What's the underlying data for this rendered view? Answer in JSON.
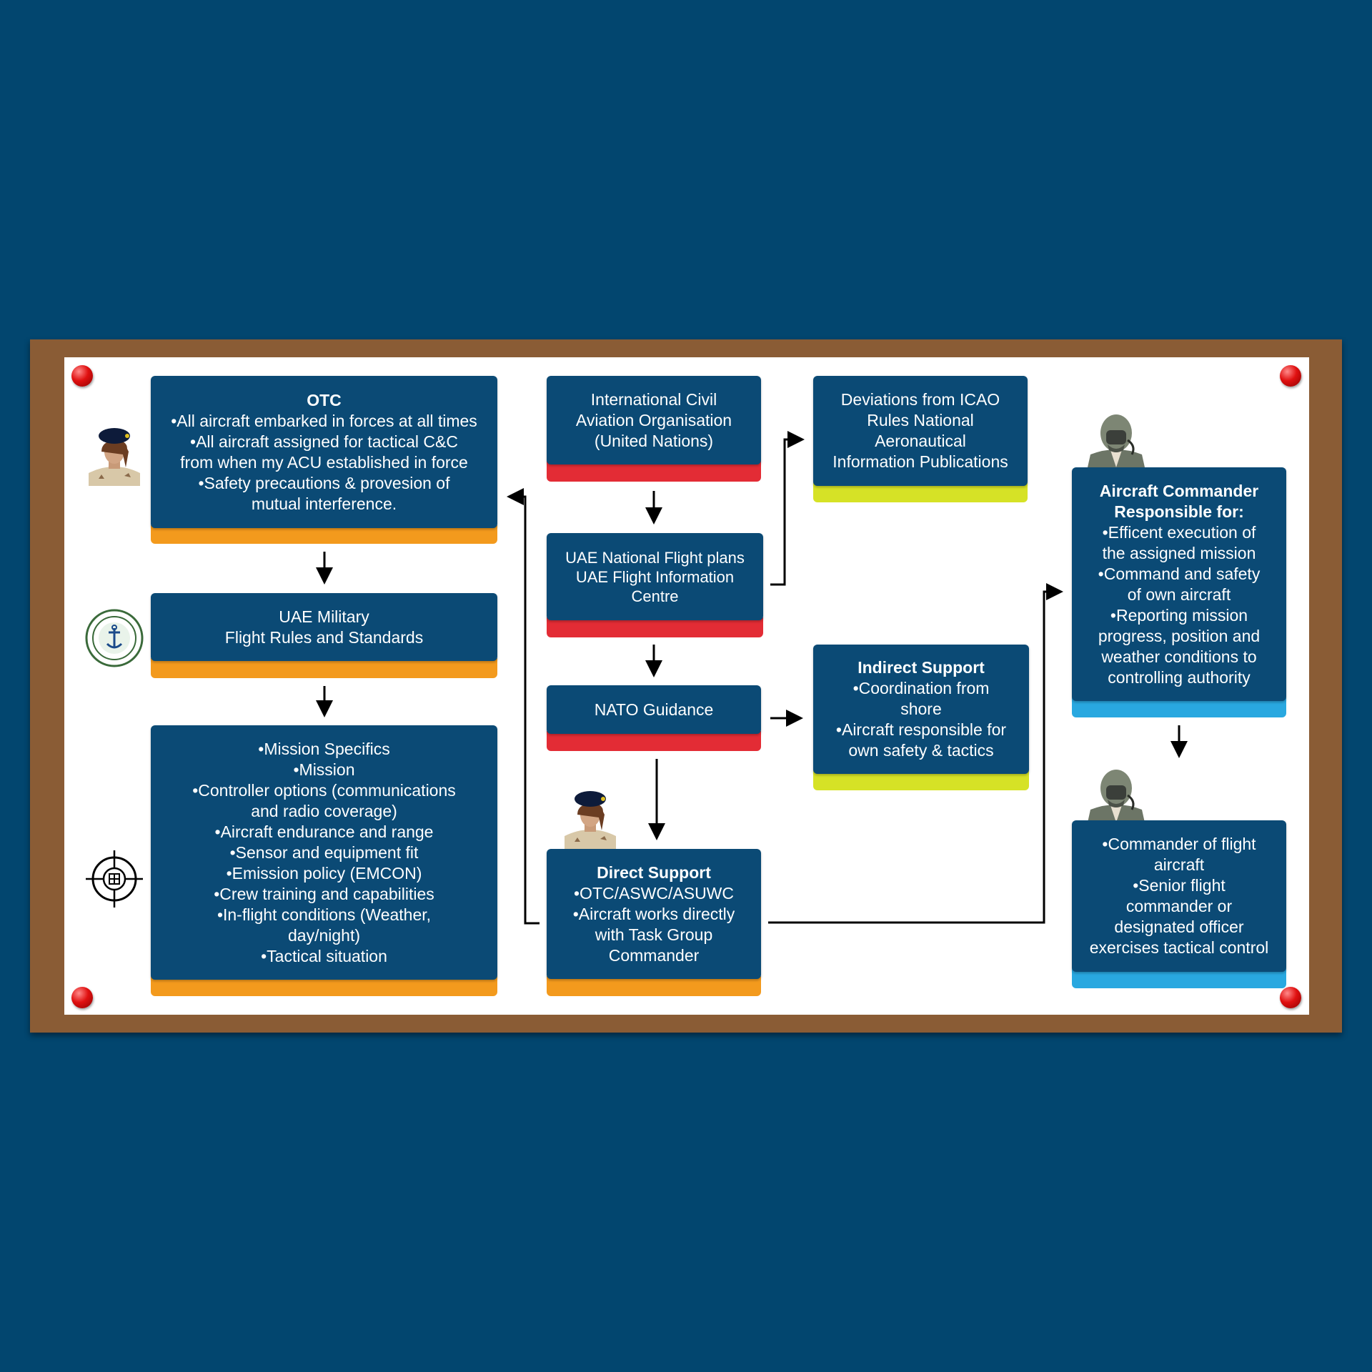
{
  "diagram": {
    "otc": {
      "title": "OTC",
      "lines": [
        "•All aircraft embarked in forces at all times",
        "•All aircraft assigned for tactical C&C",
        "from when my ACU established in force",
        "•Safety precautions & provesion of",
        "mutual interference."
      ]
    },
    "uae_military": {
      "lines": [
        "UAE Military",
        "Flight Rules and Standards"
      ]
    },
    "mission": {
      "lines": [
        "•Mission Specifics",
        "•Mission",
        "•Controller options (communications",
        "and radio coverage)",
        "•Aircraft endurance and range",
        "•Sensor and equipment fit",
        "•Emission policy (EMCON)",
        "•Crew training and capabilities",
        "•In-flight conditions (Weather,",
        "day/night)",
        "•Tactical situation"
      ]
    },
    "icao": {
      "lines": [
        "International Civil",
        "Aviation Organisation",
        "(United Nations)"
      ]
    },
    "uae_national": {
      "lines": [
        "UAE National Flight plans",
        "UAE Flight Information",
        "Centre"
      ]
    },
    "nato": {
      "lines": [
        "NATO Guidance"
      ]
    },
    "direct_support": {
      "title": "Direct Support",
      "lines": [
        "•OTC/ASWC/ASUWC",
        "•Aircraft works directly",
        "with Task Group",
        "Commander"
      ]
    },
    "deviations": {
      "lines": [
        "Deviations from ICAO",
        "Rules National",
        "Aeronautical",
        "Information Publications"
      ]
    },
    "indirect_support": {
      "title": "Indirect Support",
      "lines": [
        "•Coordination from",
        "shore",
        "•Aircraft responsible for",
        "own safety & tactics"
      ]
    },
    "aircraft_commander": {
      "title_lines": [
        "Aircraft Commander",
        "Responsible for:"
      ],
      "lines": [
        "•Efficent execution of",
        "the assigned mission",
        "•Command and safety",
        "of own aircraft",
        "•Reporting mission",
        "progress, position and",
        "weather conditions to",
        "controlling authority"
      ]
    },
    "flight_commander": {
      "lines": [
        "•Commander of flight",
        "aircraft",
        "•Senior flight",
        "commander or",
        "designated officer",
        "exercises tactical control"
      ]
    }
  },
  "colors": {
    "background": "#02466f",
    "box": "#0b4a75",
    "frame": "#8a5c35",
    "accent_orange": "#f39a1d",
    "accent_red": "#e32c35",
    "accent_yellow": "#d6e226",
    "accent_blue": "#29a8e0"
  },
  "icons": [
    "navy-officer-icon",
    "naval-emblem-icon",
    "crosshair-icon",
    "pilot-icon"
  ]
}
